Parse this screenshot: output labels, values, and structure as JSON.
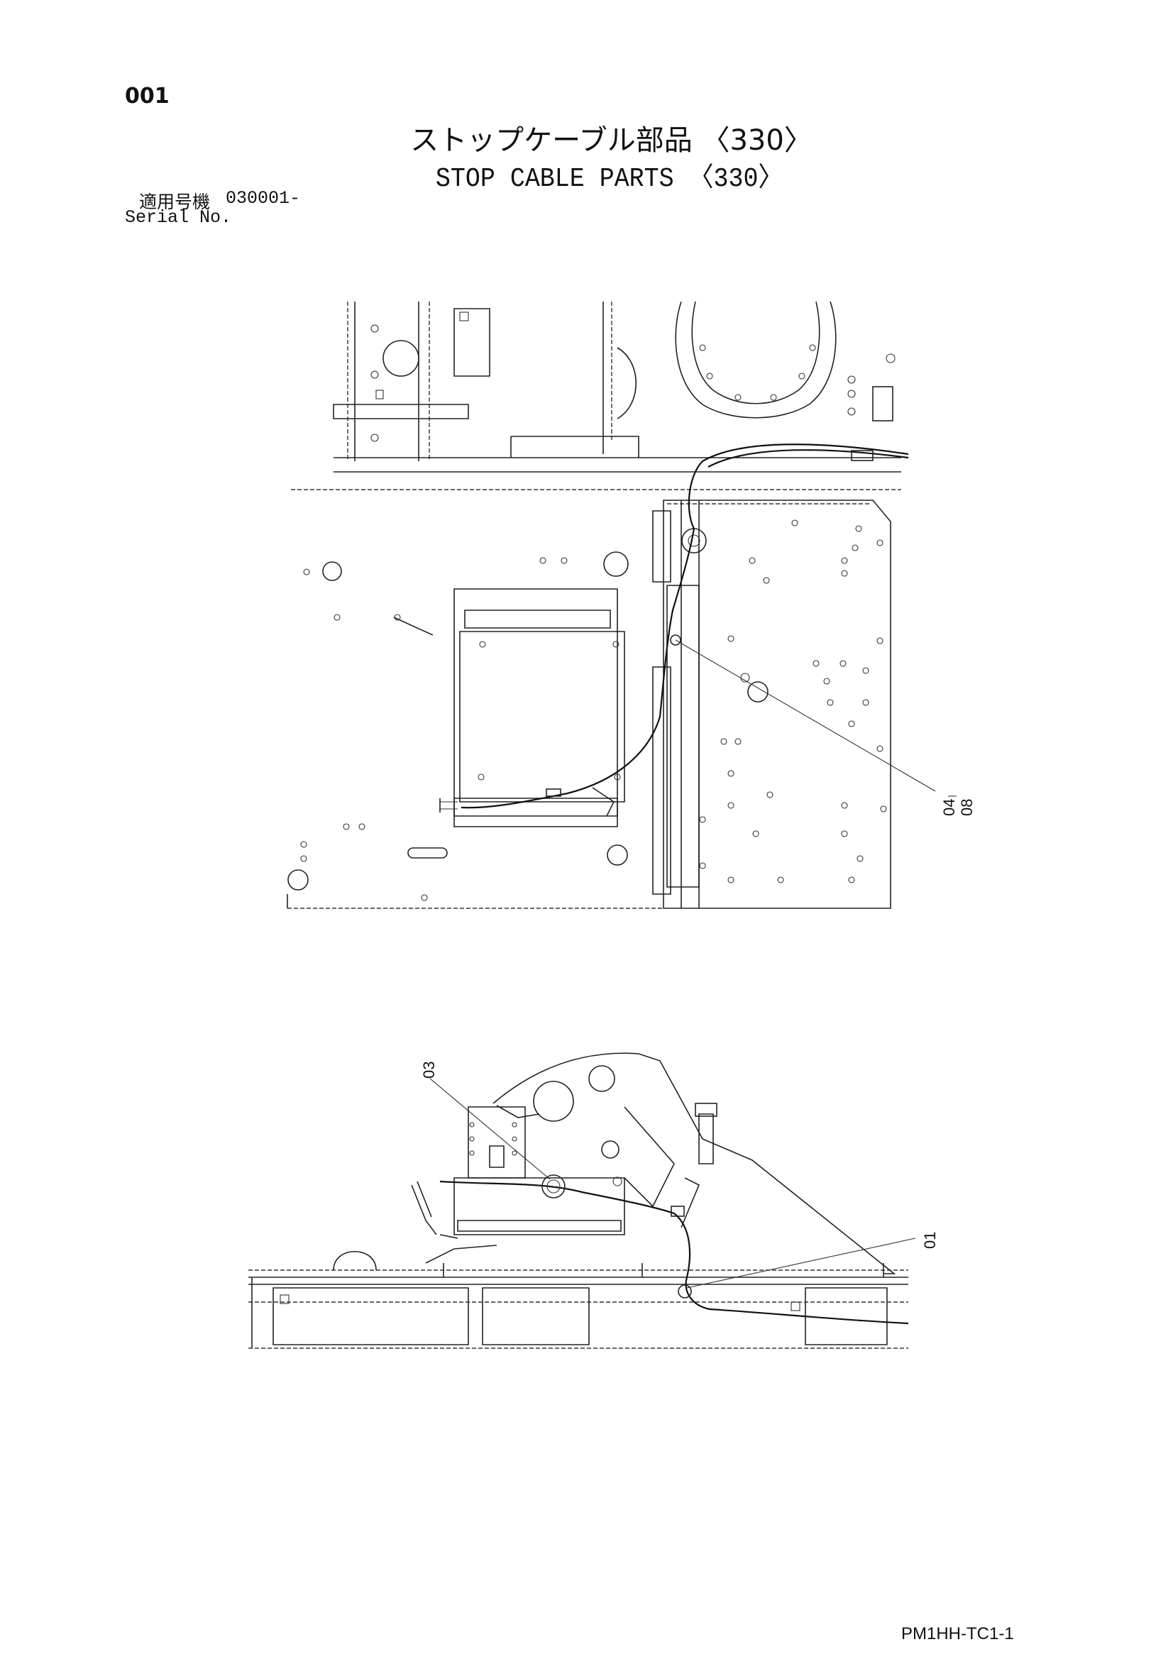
{
  "page_number": "001",
  "title": {
    "japanese": "ストップケーブル部品 〈330〉",
    "english": "STOP CABLE PARTS 〈330〉"
  },
  "serial": {
    "label_jp": "適用号機",
    "value": "030001-",
    "label_en": "Serial No."
  },
  "callouts": {
    "top_a": "04",
    "top_b": "08",
    "bottom_03": "03",
    "bottom_01": "01"
  },
  "document_code": "PM1HH-TC1-1"
}
